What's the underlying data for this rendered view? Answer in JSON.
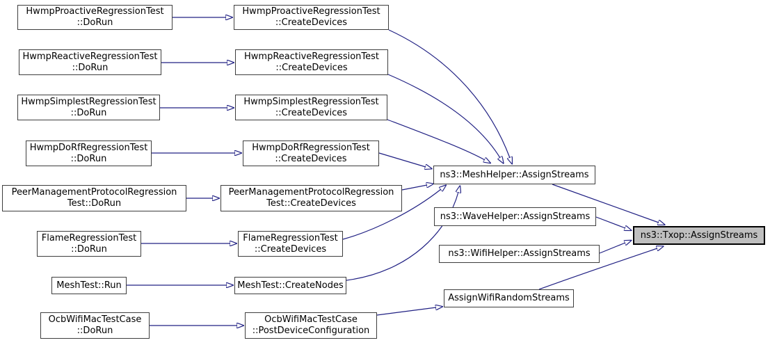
{
  "diagram": {
    "kind": "call-graph",
    "focus_function": "ns3::Txop::AssignStreams"
  },
  "colors": {
    "background": "#ffffff",
    "edge": "#202083",
    "node_fill": "#ffffff",
    "node_border": "#3d3d3d",
    "focus_fill": "#bfbfbf",
    "focus_border": "#000000",
    "text": "#000000"
  },
  "nodes": {
    "hwmp_proactive_dorun": {
      "label": "HwmpProactiveRegressionTest\n::DoRun"
    },
    "hwmp_proactive_create": {
      "label": "HwmpProactiveRegressionTest\n::CreateDevices"
    },
    "hwmp_reactive_dorun": {
      "label": "HwmpReactiveRegressionTest\n::DoRun"
    },
    "hwmp_reactive_create": {
      "label": "HwmpReactiveRegressionTest\n::CreateDevices"
    },
    "hwmp_simplest_dorun": {
      "label": "HwmpSimplestRegressionTest\n::DoRun"
    },
    "hwmp_simplest_create": {
      "label": "HwmpSimplestRegressionTest\n::CreateDevices"
    },
    "hwmp_dorf_dorun": {
      "label": "HwmpDoRfRegressionTest\n::DoRun"
    },
    "hwmp_dorf_create": {
      "label": "HwmpDoRfRegressionTest\n::CreateDevices"
    },
    "peer_mgmt_dorun": {
      "label": "PeerManagementProtocolRegression\nTest::DoRun"
    },
    "peer_mgmt_create": {
      "label": "PeerManagementProtocolRegression\nTest::CreateDevices"
    },
    "flame_dorun": {
      "label": "FlameRegressionTest\n::DoRun"
    },
    "flame_create": {
      "label": "FlameRegressionTest\n::CreateDevices"
    },
    "mesh_run": {
      "label": "MeshTest::Run"
    },
    "mesh_create_nodes": {
      "label": "MeshTest::CreateNodes"
    },
    "ocb_dorun": {
      "label": "OcbWifiMacTestCase\n::DoRun"
    },
    "ocb_postdevice": {
      "label": "OcbWifiMacTestCase\n::PostDeviceConfiguration"
    },
    "mesh_helper_assign": {
      "label": "ns3::MeshHelper::AssignStreams"
    },
    "wave_helper_assign": {
      "label": "ns3::WaveHelper::AssignStreams"
    },
    "wifi_helper_assign": {
      "label": "ns3::WifiHelper::AssignStreams"
    },
    "assign_wifi_random": {
      "label": "AssignWifiRandomStreams"
    },
    "txop_assign": {
      "label": "ns3::Txop::AssignStreams"
    }
  },
  "edges": [
    {
      "from": "hwmp_proactive_dorun",
      "to": "hwmp_proactive_create"
    },
    {
      "from": "hwmp_reactive_dorun",
      "to": "hwmp_reactive_create"
    },
    {
      "from": "hwmp_simplest_dorun",
      "to": "hwmp_simplest_create"
    },
    {
      "from": "hwmp_dorf_dorun",
      "to": "hwmp_dorf_create"
    },
    {
      "from": "peer_mgmt_dorun",
      "to": "peer_mgmt_create"
    },
    {
      "from": "flame_dorun",
      "to": "flame_create"
    },
    {
      "from": "mesh_run",
      "to": "mesh_create_nodes"
    },
    {
      "from": "ocb_dorun",
      "to": "ocb_postdevice"
    },
    {
      "from": "hwmp_proactive_create",
      "to": "mesh_helper_assign"
    },
    {
      "from": "hwmp_reactive_create",
      "to": "mesh_helper_assign"
    },
    {
      "from": "hwmp_simplest_create",
      "to": "mesh_helper_assign"
    },
    {
      "from": "hwmp_dorf_create",
      "to": "mesh_helper_assign"
    },
    {
      "from": "peer_mgmt_create",
      "to": "mesh_helper_assign"
    },
    {
      "from": "flame_create",
      "to": "mesh_helper_assign"
    },
    {
      "from": "mesh_create_nodes",
      "to": "mesh_helper_assign"
    },
    {
      "from": "ocb_postdevice",
      "to": "assign_wifi_random"
    },
    {
      "from": "mesh_helper_assign",
      "to": "txop_assign"
    },
    {
      "from": "wave_helper_assign",
      "to": "txop_assign"
    },
    {
      "from": "wifi_helper_assign",
      "to": "txop_assign"
    },
    {
      "from": "assign_wifi_random",
      "to": "txop_assign"
    }
  ]
}
